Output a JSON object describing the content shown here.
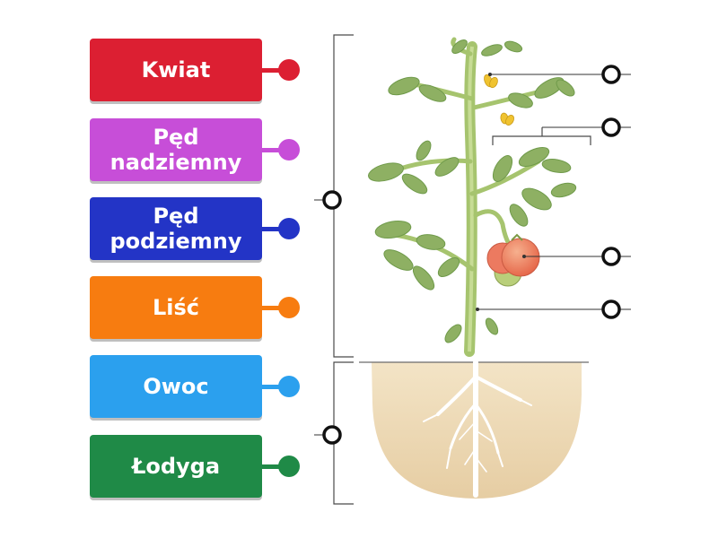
{
  "labels": [
    {
      "text": "Kwiat",
      "color": "#dc1f32"
    },
    {
      "text": "Pęd nadziemny",
      "color": "#c74ed8"
    },
    {
      "text": "Pęd podziemny",
      "color": "#2334c6"
    },
    {
      "text": "Liść",
      "color": "#f77c10"
    },
    {
      "text": "Owoc",
      "color": "#2ba0ee"
    },
    {
      "text": "Łodyga",
      "color": "#1f8a47"
    }
  ],
  "colors": {
    "leaf": "#8eb063",
    "leaf_dark": "#6f9a4a",
    "stem": "#a6c46e",
    "fruit": "#ec7a60",
    "fruit_unripe": "#b9cf7a",
    "flower": "#f0c330",
    "soil": "#e8d2ae",
    "root": "#ffffff",
    "line": "#333333",
    "target_ring": "#111111"
  }
}
